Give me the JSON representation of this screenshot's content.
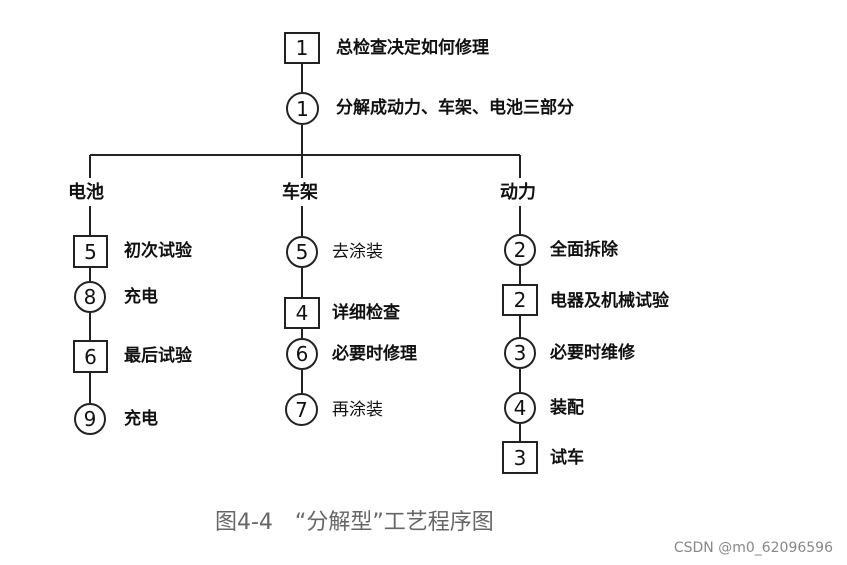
{
  "top": {
    "box": "1",
    "box_label": "总检查决定如何修理",
    "circle": "1",
    "circle_label": "分解成动力、车架、电池三部分"
  },
  "columns": {
    "battery": "电池",
    "frame": "车架",
    "power": "动力"
  },
  "battery_steps": [
    {
      "num": "5",
      "label": "初次试验"
    },
    {
      "num": "8",
      "label": "充电"
    },
    {
      "num": "6",
      "label": "最后试验"
    },
    {
      "num": "9",
      "label": "充电"
    }
  ],
  "frame_steps": [
    {
      "num": "5",
      "label": "去涂装"
    },
    {
      "num": "4",
      "label": "详细检查"
    },
    {
      "num": "6",
      "label": "必要时修理"
    },
    {
      "num": "7",
      "label": "再涂装"
    }
  ],
  "power_steps": [
    {
      "num": "2",
      "label": "全面拆除"
    },
    {
      "num": "2",
      "label": "电器及机械试验"
    },
    {
      "num": "3",
      "label": "必要时维修"
    },
    {
      "num": "4",
      "label": "装配"
    },
    {
      "num": "3",
      "label": "试车"
    }
  ],
  "caption": "图4-4　“分解型”工艺程序图",
  "watermark": "CSDN @m0_62096596"
}
